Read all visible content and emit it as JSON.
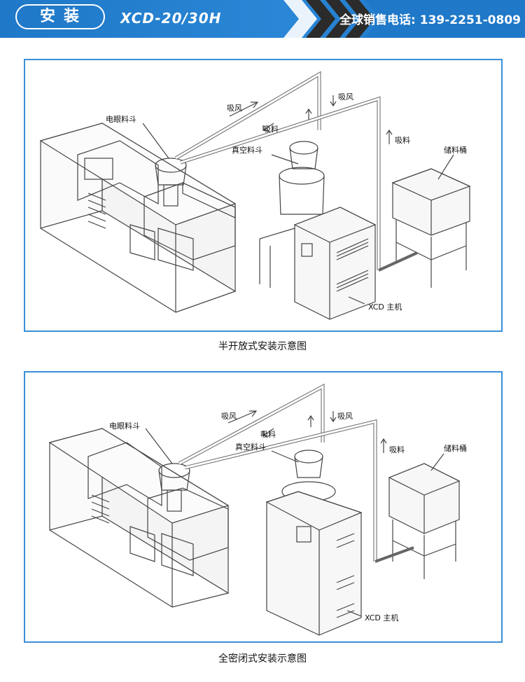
{
  "header": {
    "section_title": "安装",
    "model": "XCD-20/30H",
    "phone_label": "全球销售电话:",
    "phone_number": "139-2251-0809"
  },
  "diagram1": {
    "caption": "半开放式安装示意图",
    "labels": {
      "hopper_eye": "电眼料斗",
      "wind_top": "吸风",
      "material_mid": "吸料",
      "wind_right": "吸风",
      "vacuum_hopper": "真空料斗",
      "material_right": "吸料",
      "storage_bin": "储料桶",
      "main_unit": "XCD 主机"
    }
  },
  "diagram2": {
    "caption": "全密闭式安装示意图",
    "labels": {
      "hopper_eye": "电眼料斗",
      "wind_top": "吸风",
      "material_mid": "吸料",
      "wind_right": "吸风",
      "vacuum_hopper": "真空料斗",
      "material_right": "吸料",
      "storage_bin": "储料桶",
      "main_unit": "XCD 主机"
    }
  },
  "colors": {
    "header_blue": "#1f78c8",
    "frame_blue": "#3a8fd8",
    "line_gray": "#555555"
  }
}
